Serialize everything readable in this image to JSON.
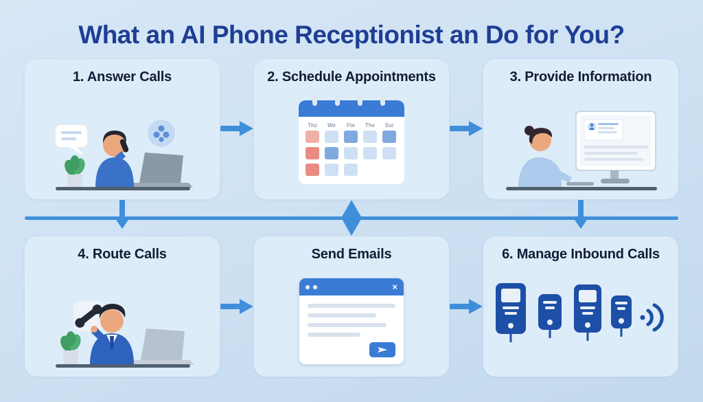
{
  "title": "What an AI Phone Receptionist an Do for You?",
  "cards": [
    {
      "label": "1. Answer Calls"
    },
    {
      "label": "2. Schedule Appointments"
    },
    {
      "label": "3. Provide Information"
    },
    {
      "label": "4. Route Calls"
    },
    {
      "label": "Send Emails"
    },
    {
      "label": "6. Manage Inbound Calls"
    }
  ],
  "calendar": {
    "days": [
      "Thz",
      "We",
      "Fte",
      "The",
      "Sui"
    ]
  },
  "icons": {
    "close": "×"
  },
  "colors": {
    "bg": "#cfe2f3",
    "card": "#ddecf9",
    "title": "#1e3e94",
    "heading": "#131c36",
    "arrow": "#3f8edb",
    "accent": "#3a7bd5",
    "device": "#1d4fa6",
    "cal-red": "#e98b82",
    "cal-blue": "#7fa9de",
    "cal-light": "#cfe0f4"
  }
}
